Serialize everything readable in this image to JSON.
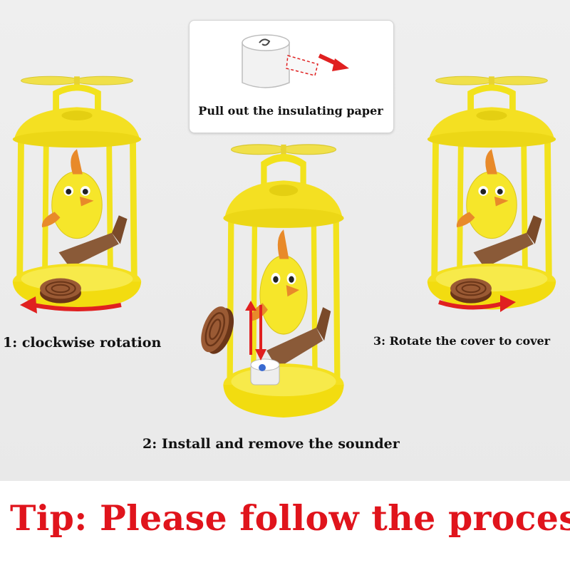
{
  "insulating_step": {
    "caption": "Pull out the insulating paper"
  },
  "step1": {
    "caption": "1:   clockwise rotation"
  },
  "step2": {
    "caption": "2: Install and remove the sounder"
  },
  "step3": {
    "caption": "3: Rotate the cover to cover"
  },
  "tip": {
    "text": "Tip: Please follow the process"
  },
  "colors": {
    "toy_yellow": "#f2e21c",
    "arrow_red": "#e02020",
    "tip_red": "#e0141c",
    "cover_brown": "#8a4a28"
  }
}
